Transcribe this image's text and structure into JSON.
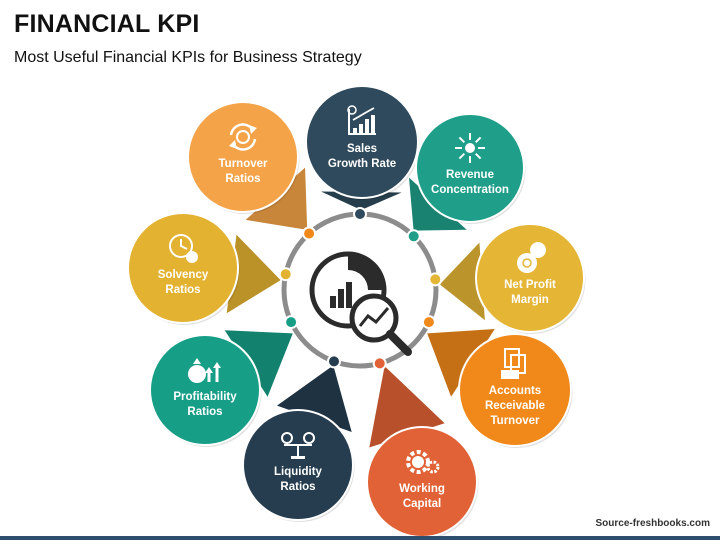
{
  "header": {
    "title": "FINANCIAL KPI",
    "subtitle": "Most Useful Financial KPIs for Business Strategy"
  },
  "center": {
    "ring_color": "#8c8c8c",
    "icon": "analytics-magnifier-icon"
  },
  "kpis": [
    {
      "lines": [
        "Sales",
        "Growth Rate"
      ],
      "color": "#2e4a5c",
      "dot": "#2e4a5c",
      "icon": "growth-chart-icon"
    },
    {
      "lines": [
        "Revenue",
        "Concentration"
      ],
      "color": "#1f9e8a",
      "dot": "#1f9e8a",
      "icon": "arrows-converge-icon"
    },
    {
      "lines": [
        "Net Profit",
        "Margin"
      ],
      "color": "#e5b536",
      "dot": "#e5b536",
      "icon": "money-bag-percent-icon"
    },
    {
      "lines": [
        "Accounts",
        "Receivable",
        "Turnover"
      ],
      "color": "#f0891a",
      "dot": "#f0891a",
      "icon": "documents-cash-icon"
    },
    {
      "lines": [
        "Working",
        "Capital"
      ],
      "color": "#e06236",
      "dot": "#e06236",
      "icon": "dollar-gear-icon"
    },
    {
      "lines": [
        "Liquidity",
        "Ratios"
      ],
      "color": "#263d50",
      "dot": "#263d50",
      "icon": "balance-scale-icon"
    },
    {
      "lines": [
        "Profitability",
        "Ratios"
      ],
      "color": "#169e87",
      "dot": "#169e87",
      "icon": "money-bag-up-arrows-icon"
    },
    {
      "lines": [
        "Solvency",
        "Ratios"
      ],
      "color": "#e3b230",
      "dot": "#e3b230",
      "icon": "clock-coin-icon"
    },
    {
      "lines": [
        "Turnover",
        "Ratios"
      ],
      "color": "#f4a348",
      "dot": "#f0891a",
      "icon": "cycle-dollar-icon"
    }
  ],
  "footer": {
    "source": "Source-freshbooks.com"
  }
}
